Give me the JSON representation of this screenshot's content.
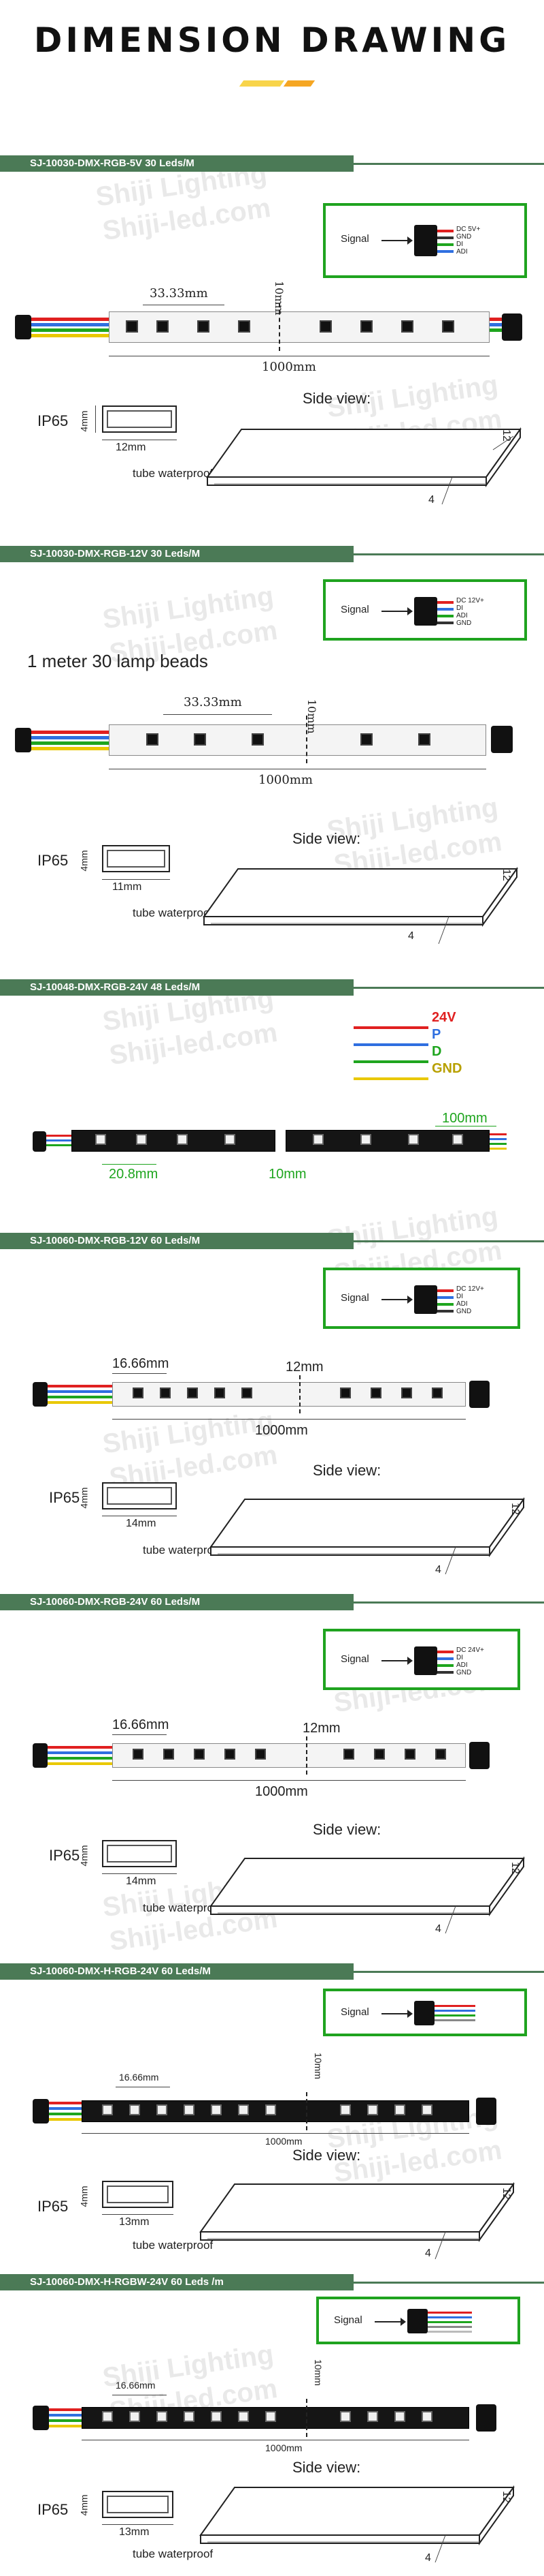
{
  "header": {
    "title": "DIMENSION DRAWING"
  },
  "watermark": {
    "line1": "Shiji Lighting",
    "line2": "Shiji-led.com"
  },
  "common": {
    "signal": "Signal",
    "ip65": "IP65",
    "tube_waterproof": "tube  waterproof",
    "side_view": "Side view:",
    "height_4mm": "4mm",
    "side_thickness": "4",
    "side_width": "12"
  },
  "colors": {
    "section_green": "#4b7a56",
    "signal_border": "#1fa31f",
    "wire_red": "#e02020",
    "wire_blue": "#2f6fe0",
    "wire_green": "#1ea51e",
    "wire_yellow": "#e9c800",
    "accent_orange": "#f5a623",
    "accent_yellow": "#f8d44a"
  },
  "sections": [
    {
      "name": "SJ-10030-DMX-RGB-5V 30 Leds/M",
      "pins": [
        "DC 5V+",
        "GND",
        "DI",
        "ADI"
      ],
      "led_spacing": "33.33mm",
      "cut": "10mm",
      "length": "1000mm",
      "tube_width": "12mm"
    },
    {
      "name": "SJ-10030-DMX-RGB-12V 30 Leds/M",
      "pins": [
        "DC 12V+",
        "DI",
        "ADI",
        "GND"
      ],
      "caption": "1 meter 30 lamp beads",
      "led_spacing": "33.33mm",
      "cut": "10mm",
      "length": "1000mm",
      "tube_width": "11mm"
    },
    {
      "name": "SJ-10048-DMX-RGB-24V 48 Leds/M",
      "legend": [
        "24V",
        "P",
        "D",
        "GND"
      ],
      "end_width": "100mm",
      "segment": "20.8mm",
      "width": "10mm"
    },
    {
      "name": "SJ-10060-DMX-RGB-12V 60 Leds/M",
      "pins": [
        "DC 12V+",
        "DI",
        "ADI",
        "GND"
      ],
      "led_spacing": "16.66mm",
      "cut": "12mm",
      "length": "1000mm",
      "tube_width": "14mm"
    },
    {
      "name": "SJ-10060-DMX-RGB-24V 60 Leds/M",
      "pins": [
        "DC 24V+",
        "DI",
        "ADI",
        "GND"
      ],
      "led_spacing": "16.66mm",
      "cut": "12mm",
      "length": "1000mm",
      "tube_width": "14mm"
    },
    {
      "name": "SJ-10060-DMX-H-RGB-24V 60 Leds/M",
      "led_spacing": "16.66mm",
      "cut": "10mm",
      "length": "1000mm",
      "tube_width": "13mm"
    },
    {
      "name": "SJ-10060-DMX-H-RGBW-24V 60 Leds /m",
      "led_spacing": "16.66mm",
      "cut": "10mm",
      "length": "1000mm",
      "tube_width": "13mm"
    }
  ]
}
